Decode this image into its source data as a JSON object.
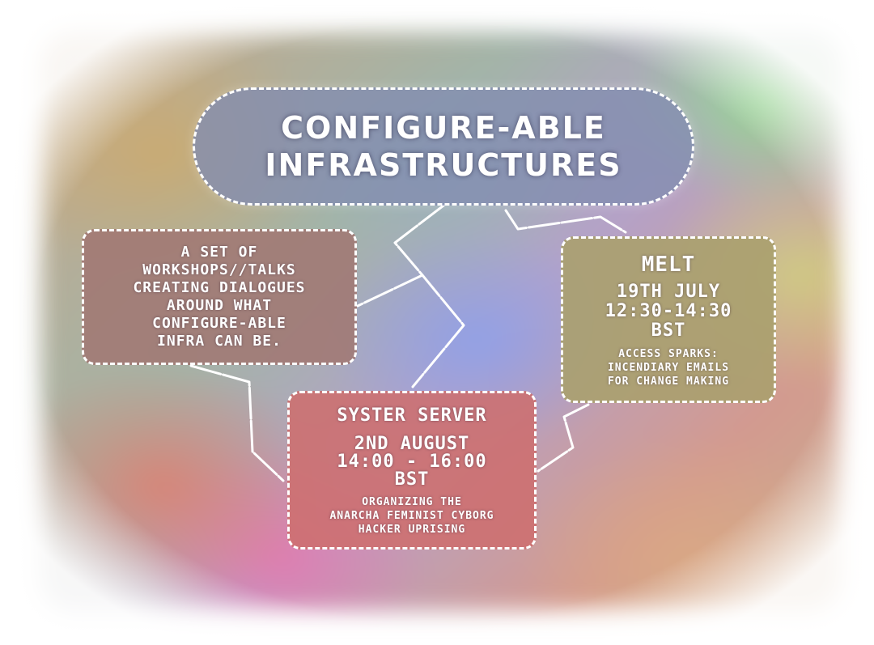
{
  "title": {
    "lines": [
      "CONFIGURE-ABLE",
      "INFRASTRUCTURES"
    ]
  },
  "description": {
    "lines": [
      "A SET OF",
      "WORKSHOPS//TALKS",
      "CREATING DIALOGUES",
      "AROUND WHAT",
      "CONFIGURE-ABLE",
      "INFRA CAN BE."
    ]
  },
  "events": {
    "melt": {
      "name": "MELT",
      "date_lines": [
        "19TH JULY",
        "12:30-14:30",
        "BST"
      ],
      "subtitle_lines": [
        "ACCESS SPARKS:",
        "INCENDIARY EMAILS",
        "FOR CHANGE MAKING"
      ]
    },
    "syster_server": {
      "name": "SYSTER SERVER",
      "date_lines": [
        "2ND AUGUST",
        "14:00 - 16:00",
        "BST"
      ],
      "subtitle_lines": [
        "ORGANIZING THE",
        "ANARCHA FEMINIST CYBORG",
        "HACKER UPRISING"
      ]
    }
  },
  "colors": {
    "text": "#ffffff",
    "title_fill": "#828cae",
    "description_fill": "#a07873",
    "melt_fill": "#aaa06e",
    "syster_fill": "#cd6e6e"
  }
}
